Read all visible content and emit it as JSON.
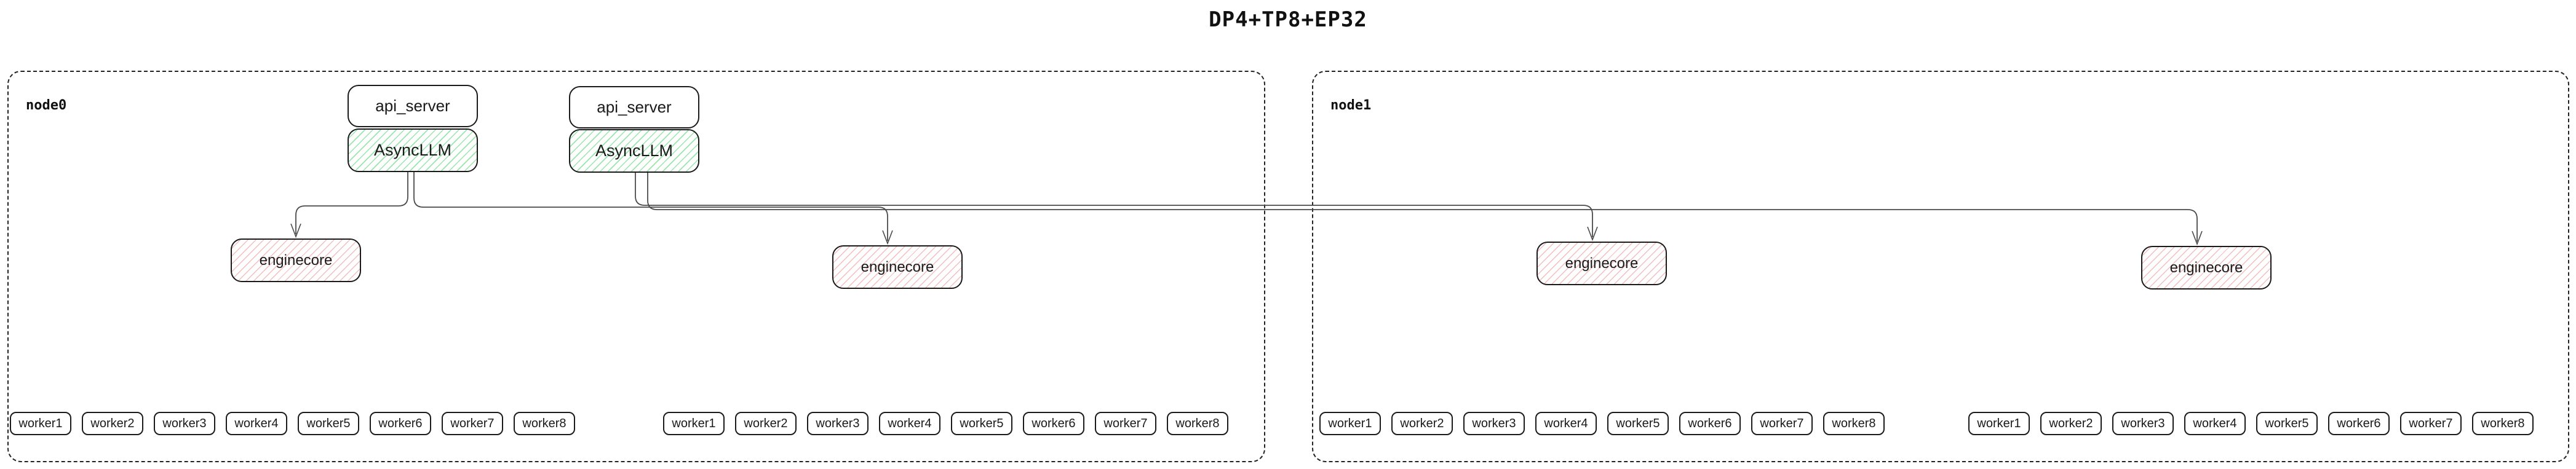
{
  "title": "DP4+TP8+EP32",
  "nodes": {
    "node0": {
      "label": "node0"
    },
    "node1": {
      "label": "node1"
    }
  },
  "servers": {
    "api_label": "api_server",
    "llm_label": "AsyncLLM"
  },
  "enginecore_label": "enginecore",
  "workers": {
    "labels": [
      "worker1",
      "worker2",
      "worker3",
      "worker4",
      "worker5",
      "worker6",
      "worker7",
      "worker8"
    ]
  },
  "colors": {
    "box_border": "#1a1a1a",
    "node_border_dashed": "#222222",
    "asyncllm_hatch_green": "#86e29b",
    "enginecore_hatch_pink": "#f0a8a8",
    "edge_line": "#4a4a4a",
    "background": "#ffffff",
    "text": "#111111"
  }
}
